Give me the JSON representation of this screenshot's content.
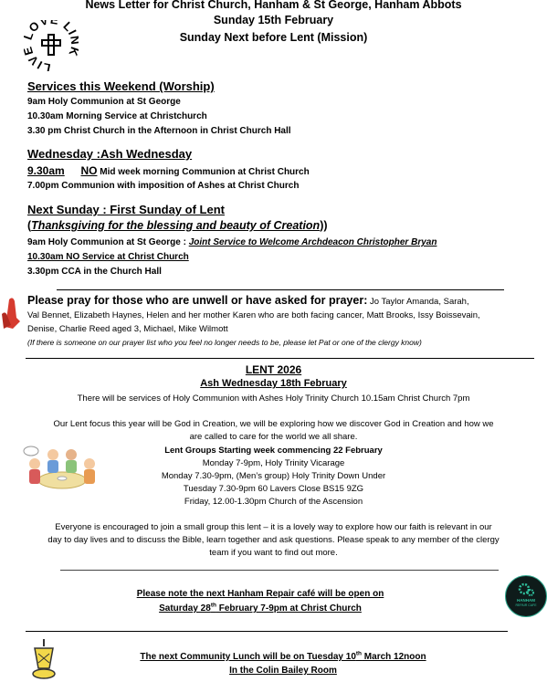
{
  "header": {
    "line1": "News Letter for Christ Church, Hanham & St George, Hanham Abbots",
    "line2": "Sunday  15th February",
    "line3": "Sunday Next before Lent  (Mission)"
  },
  "logo": {
    "text": "LIVE LOVE LINK"
  },
  "services": {
    "heading": "Services this Weekend (Worship)",
    "items": [
      "9am Holy Communion at St George",
      "10.30am Morning Service at Christchurch",
      "3.30 pm  Christ Church in the Afternoon in Christ Church Hall"
    ]
  },
  "wednesday": {
    "heading": "Wednesday :Ash Wednesday",
    "time1": "9.30am",
    "no_word": "NO",
    "item1_rest": " Mid week morning Communion at Christ Church",
    "item2": "7.00pm   Communion with imposition of Ashes at Christ Church"
  },
  "next_sunday": {
    "heading": "Next Sunday : First Sunday of Lent",
    "subheading_open": "(",
    "subheading_italic": "Thanksgiving for the blessing and beauty of Creation",
    "subheading_close": "))",
    "item1_prefix": "9am Holy Communion at St George : ",
    "item1_italic": "Joint Service to Welcome Archdeacon Christopher Bryan",
    "item2": "10.30am NO  Service at Christ Church",
    "item3": "3.30pm CCA in the Church Hall"
  },
  "prayer": {
    "heading": "Please pray for those who are unwell or have asked for prayer:",
    "names_1": " Jo Taylor Amanda, Sarah,",
    "names_2": "Val Bennet, Elizabeth Haynes, Helen and her mother Karen who are both facing cancer, Matt Brooks, Issy Boissevain,",
    "names_3": "Denise, Charlie Reed aged 3, Michael, Mike Wilmott",
    "note": "(If there is someone on our prayer list who you feel no longer needs to be, please let Pat or one of the clergy know)"
  },
  "lent": {
    "title": "LENT 2026",
    "ash_wed": "Ash Wednesday 18th February",
    "ash_services": "There will be services of Holy Communion with Ashes Holy Trinity Church 10.15am Christ Church 7pm",
    "focus_1": "Our Lent focus this year will be God in Creation, we will be exploring how we discover God in Creation and how we",
    "focus_2": "are called to care for the world we all share.",
    "groups_heading": "Lent Groups Starting week commencing 22 February",
    "groups": [
      "Monday 7-9pm, Holy Trinity Vicarage",
      "Monday 7.30-9pm, (Men’s group) Holy Trinity Down Under",
      "Tuesday 7.30-9pm 60 Lavers Close BS15 9ZG",
      "Friday, 12.00-1.30pm Church of the Ascension"
    ],
    "encourage_1": "Everyone is encouraged to join a small group this lent – it is a lovely way to explore how our faith is relevant in our",
    "encourage_2": "day to day lives and to discuss the Bible, learn together and ask questions. Please speak to any member of the clergy",
    "encourage_3": "team if you want to find out more."
  },
  "repair": {
    "line1": "Please note the next Hanham Repair café will  be open  on",
    "line2_a": "Saturday 28",
    "line2_sup": "th",
    "line2_b": " February 7-9pm at Christ Church",
    "logo_line1": "HANHAM",
    "logo_line2": "REPAIR CAFE"
  },
  "lunch": {
    "line1_a": "The next Community Lunch will be on Tuesday  10",
    "line1_sup": "th",
    "line1_b": " March 12noon",
    "line2": "In the Colin Bailey Room"
  }
}
